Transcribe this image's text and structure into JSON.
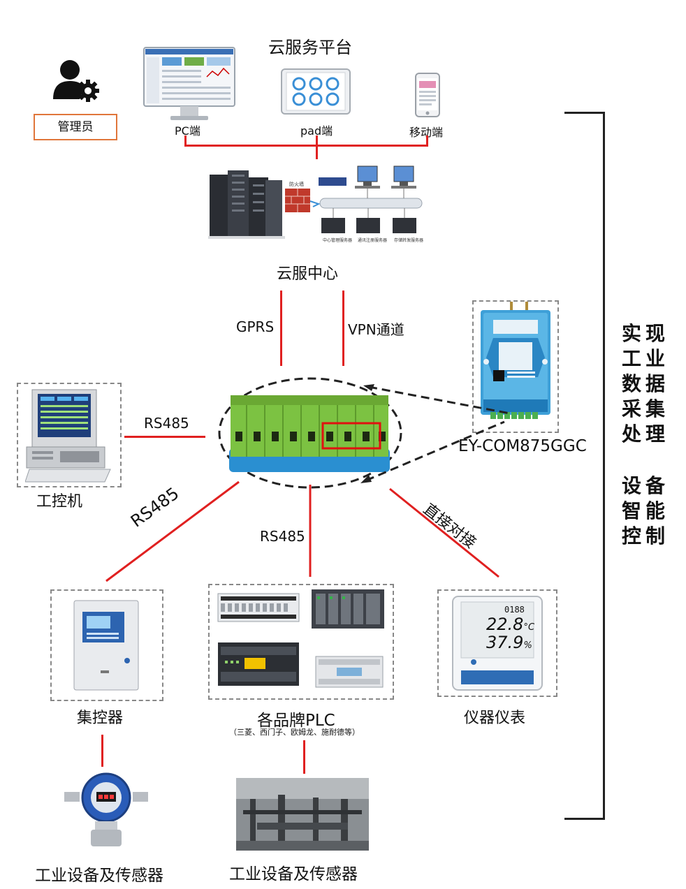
{
  "cloud_platform": {
    "title": "云服务平台",
    "pc_label": "PC端",
    "pad_label": "pad端",
    "mobile_label": "移动端"
  },
  "admin": {
    "label": "管理员"
  },
  "server_center": {
    "title": "云服中心",
    "firewall_label": "防火墙",
    "server1": "中心管理服务器",
    "server2": "通讯注册服务器",
    "server3": "存储转发服务器"
  },
  "links": {
    "gprs": "GPRS",
    "vpn": "VPN通道",
    "rs485_left": "RS485",
    "rs485_diag": "RS485",
    "rs485_mid": "RS485",
    "direct": "直接对接"
  },
  "device": {
    "model": "EY-COM875GGC"
  },
  "nodes": {
    "ipc": "工控机",
    "controller": "集控器",
    "plc": "各品牌PLC",
    "plc_note": "（三菱、西门子、欧姆龙、施耐德等）",
    "meter": "仪器仪表",
    "sensor_left": "工业设备及传感器",
    "sensor_mid": "工业设备及传感器"
  },
  "meter_display": {
    "counter": "0188",
    "temp": "22.8",
    "temp_unit": "°C",
    "humidity": "37.9",
    "humidity_unit": "%"
  },
  "summary": {
    "line1": "实现",
    "line2": "工业",
    "line3": "数据",
    "line4": "采集",
    "line5": "处理",
    "line6": "设备",
    "line7": "智能",
    "line8": "控制"
  },
  "colors": {
    "link": "#e02020",
    "admin_border": "#e0763a",
    "terminal_green": "#7cc242",
    "terminal_blue": "#2a8fd1"
  }
}
